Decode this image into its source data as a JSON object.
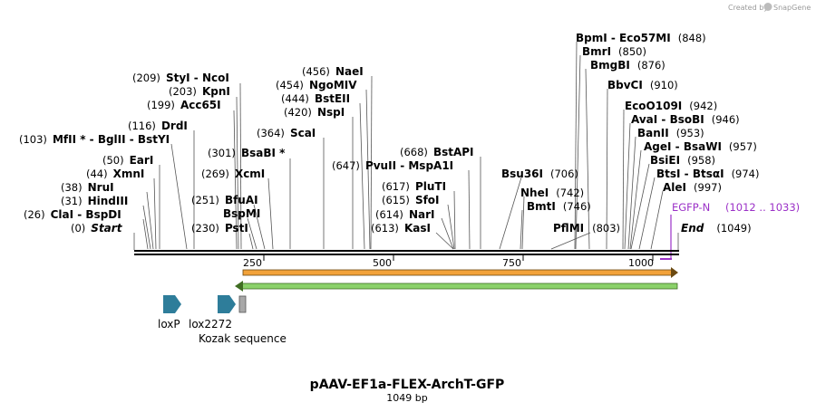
{
  "credit": {
    "text": "Created by",
    "brand": "SnapGene"
  },
  "map": {
    "length": 1049
  },
  "ticks": [
    "250",
    "500",
    "750",
    "1000"
  ],
  "sites": [
    {
      "name": "Start",
      "pos": "(0)",
      "bp": 0,
      "italic": true
    },
    {
      "name": "ClaI - BspDI",
      "pos": "(26)",
      "bp": 26
    },
    {
      "name": "HindIII",
      "pos": "(31)",
      "bp": 31
    },
    {
      "name": "NruI",
      "pos": "(38)",
      "bp": 38
    },
    {
      "name": "XmnI",
      "pos": "(44)",
      "bp": 44
    },
    {
      "name": "EarI",
      "pos": "(50)",
      "bp": 50
    },
    {
      "name": "MfII * - BglII - BstYI",
      "pos": "(103)",
      "bp": 103
    },
    {
      "name": "DrdI",
      "pos": "(116)",
      "bp": 116
    },
    {
      "name": "Acc65I",
      "pos": "(199)",
      "bp": 199
    },
    {
      "name": "KpnI",
      "pos": "(203)",
      "bp": 203
    },
    {
      "name": "StyI - NcoI",
      "pos": "(209)",
      "bp": 209
    },
    {
      "name": "PstI",
      "pos": "(230)",
      "bp": 230
    },
    {
      "name": "BspMI",
      "pos": "",
      "bp": 236
    },
    {
      "name": "BfuAI",
      "pos": "(251)",
      "bp": 251
    },
    {
      "name": "XcmI",
      "pos": "(269)",
      "bp": 269
    },
    {
      "name": "BsaBI *",
      "pos": "(301)",
      "bp": 301
    },
    {
      "name": "ScaI",
      "pos": "(364)",
      "bp": 364
    },
    {
      "name": "NspI",
      "pos": "(420)",
      "bp": 420
    },
    {
      "name": "BstEII",
      "pos": "(444)",
      "bp": 444
    },
    {
      "name": "NgoMIV",
      "pos": "(454)",
      "bp": 454
    },
    {
      "name": "NaeI",
      "pos": "(456)",
      "bp": 456
    },
    {
      "name": "KasI",
      "pos": "(613)",
      "bp": 613
    },
    {
      "name": "NarI",
      "pos": "(614)",
      "bp": 614
    },
    {
      "name": "SfoI",
      "pos": "(615)",
      "bp": 615
    },
    {
      "name": "PluTI",
      "pos": "(617)",
      "bp": 617
    },
    {
      "name": "PvuII - MspA1I",
      "pos": "(647)",
      "bp": 647
    },
    {
      "name": "BstAPI",
      "pos": "(668)",
      "bp": 668
    },
    {
      "name": "Bsu36I",
      "pos": "(706)",
      "bp": 706
    },
    {
      "name": "BmtI",
      "pos": "(746)",
      "bp": 746
    },
    {
      "name": "NheI",
      "pos": "(742)",
      "bp": 742
    },
    {
      "name": "PflMI",
      "pos": "(803)",
      "bp": 803
    },
    {
      "name": "BpmI - Eco57MI",
      "pos": "(848)",
      "bp": 848
    },
    {
      "name": "BmrI",
      "pos": "(850)",
      "bp": 850
    },
    {
      "name": "BmgBI",
      "pos": "(876)",
      "bp": 876
    },
    {
      "name": "BbvCI",
      "pos": "(910)",
      "bp": 910
    },
    {
      "name": "EcoO109I",
      "pos": "(942)",
      "bp": 942
    },
    {
      "name": "AvaI - BsoBI",
      "pos": "(946)",
      "bp": 946
    },
    {
      "name": "BanII",
      "pos": "(953)",
      "bp": 953
    },
    {
      "name": "AgeI - BsaWI",
      "pos": "(957)",
      "bp": 957
    },
    {
      "name": "BsiEI",
      "pos": "(958)",
      "bp": 958
    },
    {
      "name": "BtsI - BtsαI",
      "pos": "(974)",
      "bp": 974
    },
    {
      "name": "AleI",
      "pos": "(997)",
      "bp": 997
    },
    {
      "name": "End",
      "pos": "(1049)",
      "bp": 1049,
      "italic": true
    }
  ],
  "primer": {
    "name": "EGFP-N",
    "range": "(1012 .. 1033)",
    "color": "#9b31c7"
  },
  "features": [
    {
      "name": "loxP",
      "color": "#2e7d9a"
    },
    {
      "name": "lox2272",
      "color": "#2e7d9a"
    },
    {
      "name": "Kozak sequence",
      "color": "#a8a8a8"
    }
  ],
  "orfs": {
    "forward_color": "#f2a23a",
    "reverse_color": "#8bd16a"
  },
  "title": {
    "name": "pAAV-EF1a-FLEX-ArchT-GFP",
    "length": "1049 bp"
  }
}
